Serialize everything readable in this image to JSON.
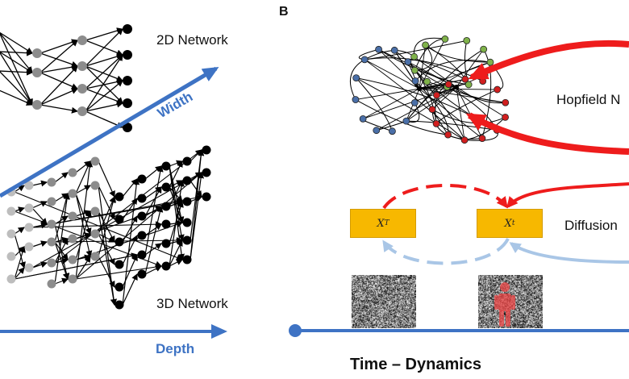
{
  "panel_b_label": "B",
  "network_2d_label": "2D Network",
  "network_3d_label": "3D Network",
  "width_label": "Width",
  "depth_label": "Depth",
  "hopfield_label": "Hopfield N",
  "diffusion_label": "Diffusion",
  "state_T": {
    "var": "X",
    "sub": "T"
  },
  "state_t": {
    "var": "X",
    "sub": "t"
  },
  "timeline_label": "Time – Dynamics",
  "colors": {
    "axis_blue": "#3e73c4",
    "arrow_red": "#ee1c1c",
    "arrow_light_blue": "#a9c6e6",
    "box_fill": "#f7b800",
    "node_gray": "#8c8c8c",
    "node_black": "#000000",
    "hop_node_blue": "#4a6fa8",
    "hop_node_green": "#7fb24a",
    "hop_node_red": "#d11f1f"
  }
}
